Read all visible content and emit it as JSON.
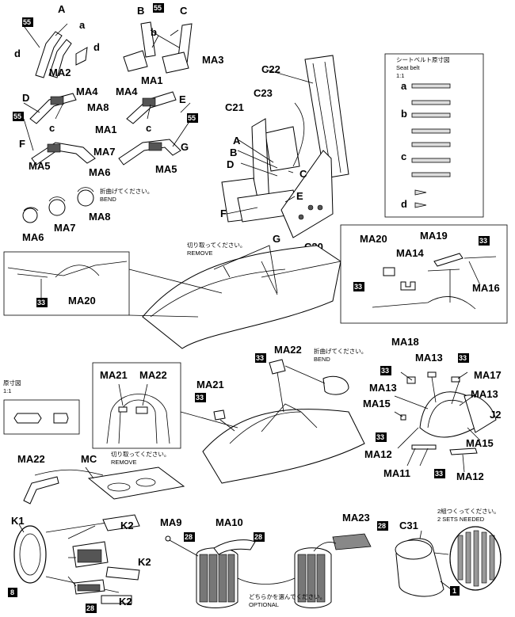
{
  "badges": {
    "b55": "55",
    "b33": "33",
    "b28": "28",
    "b8": "8",
    "b1": "1"
  },
  "belts": {
    "A": "A",
    "B": "B",
    "C": "C",
    "a": "a",
    "b": "b",
    "c": "c",
    "d": "d",
    "D": "D",
    "E": "E",
    "F": "F",
    "G": "G",
    "MA1": "MA1",
    "MA2": "MA2",
    "MA3": "MA3",
    "MA4": "MA4",
    "MA5": "MA5",
    "MA6": "MA6",
    "MA7": "MA7",
    "MA8": "MA8"
  },
  "bend_note": {
    "jp": "折曲げてください。",
    "en": "BEND"
  },
  "seat": {
    "C20": "C20",
    "C21": "C21",
    "C22": "C22",
    "C23": "C23",
    "A": "A",
    "B": "B",
    "C": "C",
    "D": "D",
    "E": "E",
    "F": "F",
    "G": "G"
  },
  "seatbelt_scale": {
    "jp": "シートベルト原寸図",
    "en": "Seat belt",
    "scale": "1:1",
    "a": "a",
    "b": "b",
    "c": "c",
    "d": "d"
  },
  "remove_note": {
    "jp": "切り取ってください。",
    "en": "REMOVE"
  },
  "cockpit_left": {
    "MA20": "MA20"
  },
  "cockpit_right": {
    "MA20": "MA20",
    "MA14": "MA14",
    "MA19": "MA19",
    "MA16": "MA16"
  },
  "canopy": {
    "MA21": "MA21",
    "MA22": "MA22",
    "MA21_inset": "MA21",
    "MA22_inset": "MA22"
  },
  "bend_note2": {
    "jp": "折曲げてください。",
    "en": "BEND"
  },
  "actual_size": {
    "jp": "原寸図",
    "scale": "1:1"
  },
  "mc_group": {
    "MA22": "MA22",
    "MC": "MC"
  },
  "remove_note2": {
    "jp": "切り取ってください。",
    "en": "REMOVE"
  },
  "nose": {
    "MA18": "MA18",
    "MA13a": "MA13",
    "MA17": "MA17",
    "MA13b": "MA13",
    "MA13c": "MA13",
    "MA15a": "MA15",
    "J2": "J2",
    "MA12a": "MA12",
    "MA15b": "MA15",
    "MA11": "MA11",
    "MA12b": "MA12"
  },
  "engine": {
    "K1": "K1",
    "K2a": "K2",
    "K2b": "K2",
    "K2c": "K2"
  },
  "nozzle": {
    "MA9": "MA9",
    "MA10": "MA10",
    "MA23": "MA23"
  },
  "optional_note": {
    "jp": "どちらかを選んでください。",
    "en": "OPTIONAL"
  },
  "c31": {
    "label": "C31",
    "jp": "2組つくってください。",
    "en": "2 SETS NEEDED"
  }
}
